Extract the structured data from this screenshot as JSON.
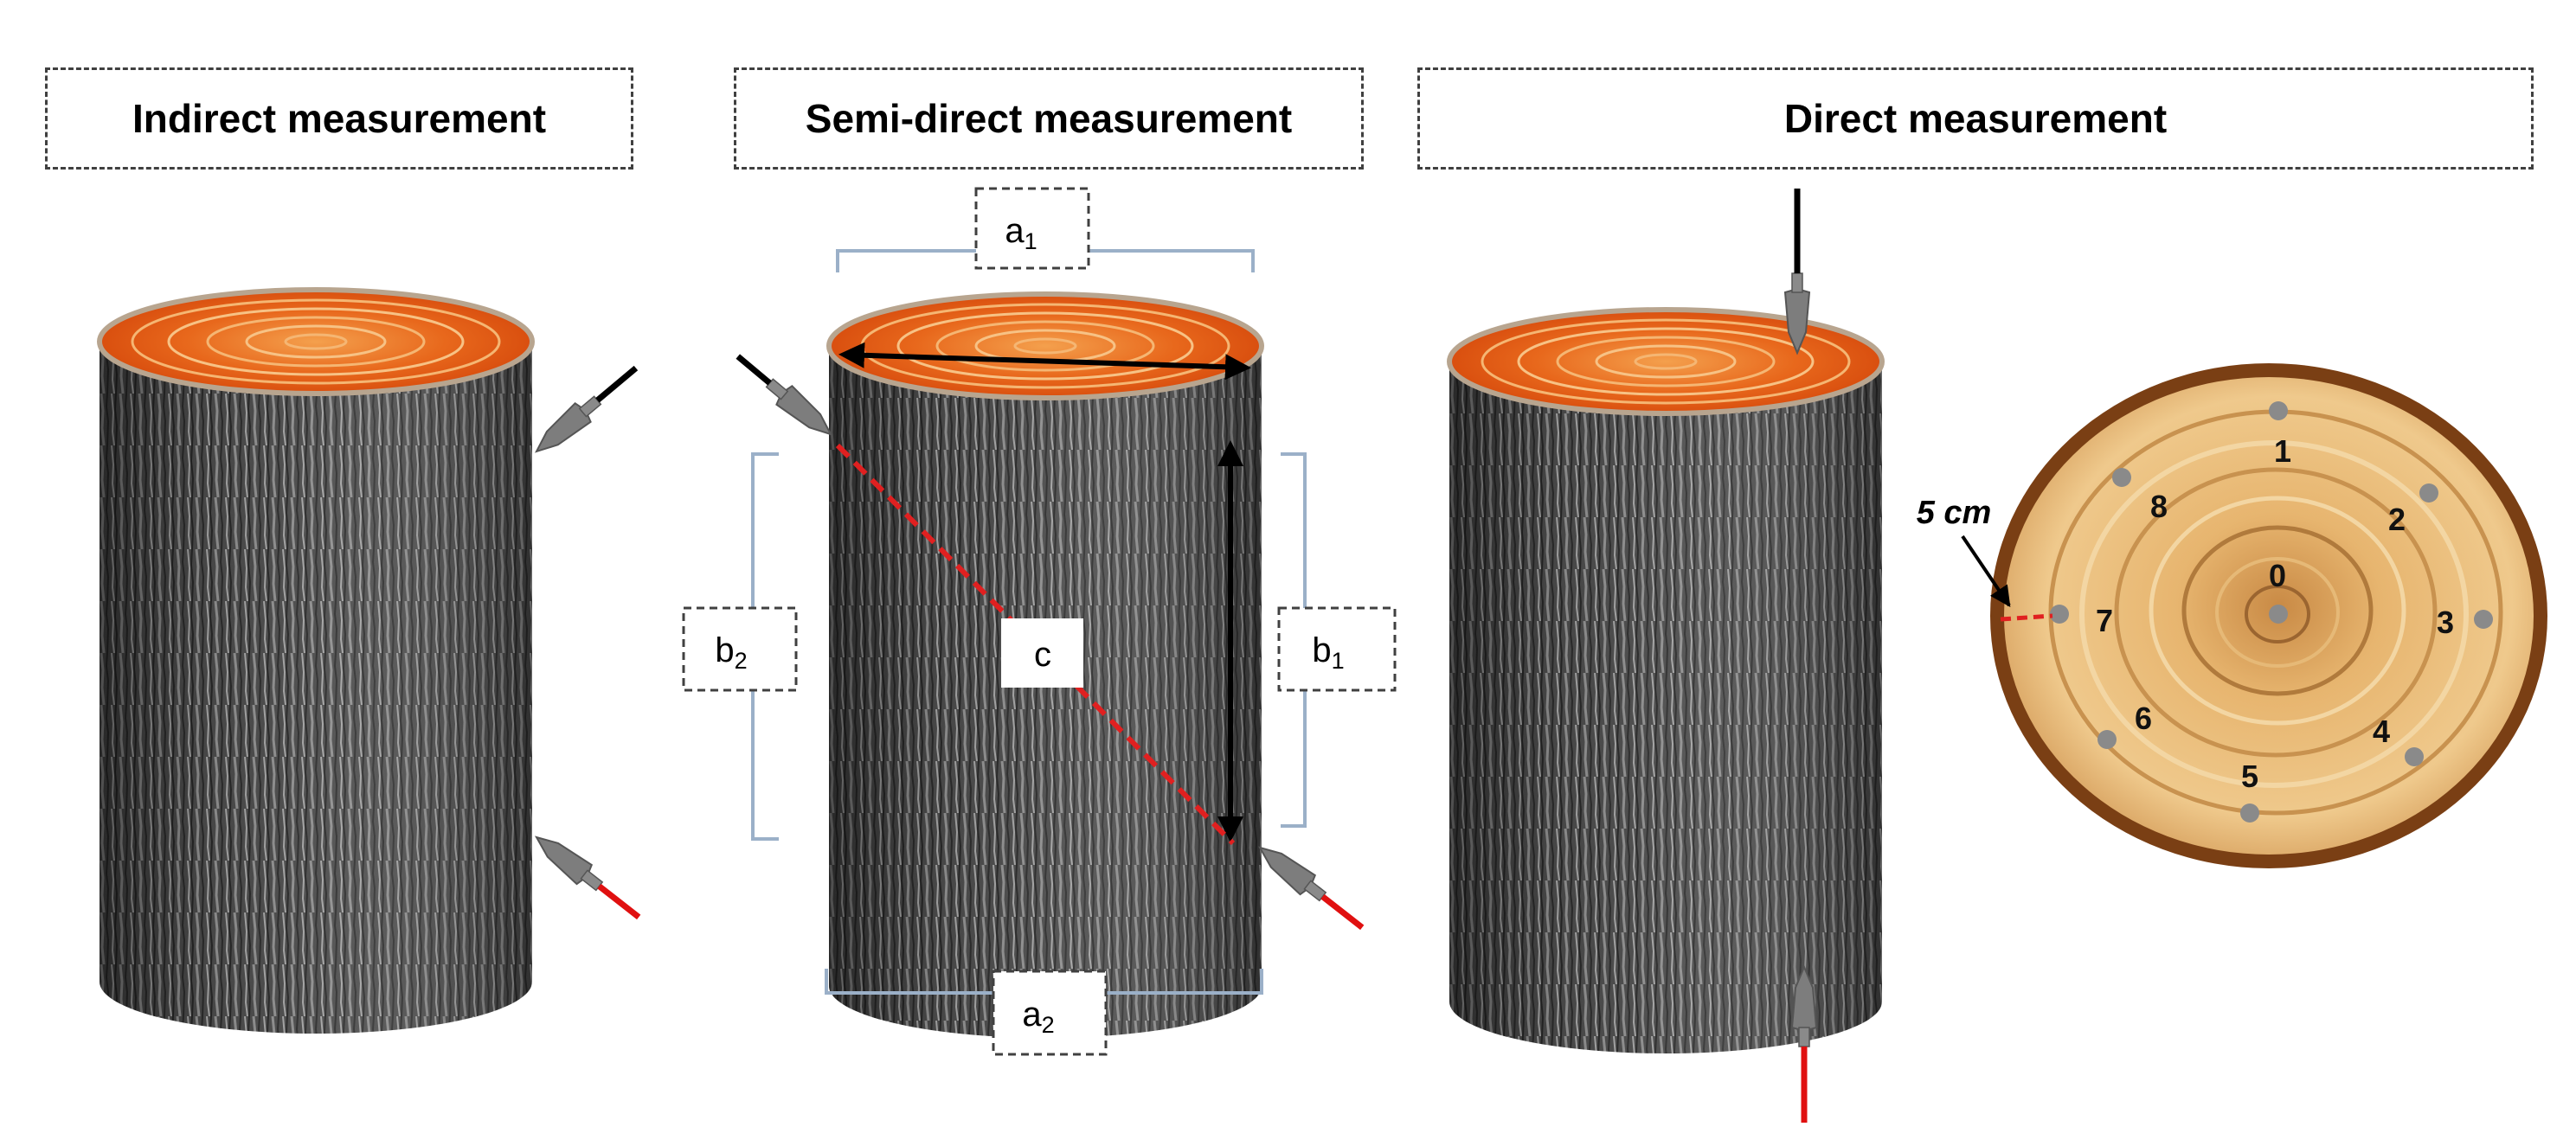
{
  "panels": {
    "indirect_title": "Indirect measurement",
    "semi_direct_title": "Semi-direct measurement",
    "direct_title": "Direct measurement"
  },
  "semi_direct_labels": {
    "a1": "a",
    "a1_sub": "1",
    "a2": "a",
    "a2_sub": "2",
    "b1": "b",
    "b1_sub": "1",
    "b2": "b",
    "b2_sub": "2",
    "c": "c"
  },
  "cross_section": {
    "distance_label": "5 cm",
    "points": [
      "0",
      "1",
      "2",
      "3",
      "4",
      "5",
      "6",
      "7",
      "8"
    ]
  },
  "colors": {
    "bark_dark": "#3b3b3b",
    "bark_light": "#8f8f8f",
    "wood_top": "#e8641a",
    "wood_ring": "#f3a35a",
    "sensor": "#7d7d7d",
    "cable_black": "#000000",
    "cable_red": "#e01010",
    "bracket": "#9bb0c8",
    "red_dash": "#e02020",
    "disc_rim": "#7a3f14",
    "disc_wood": "#e9b877",
    "point": "#8a8a8a"
  }
}
